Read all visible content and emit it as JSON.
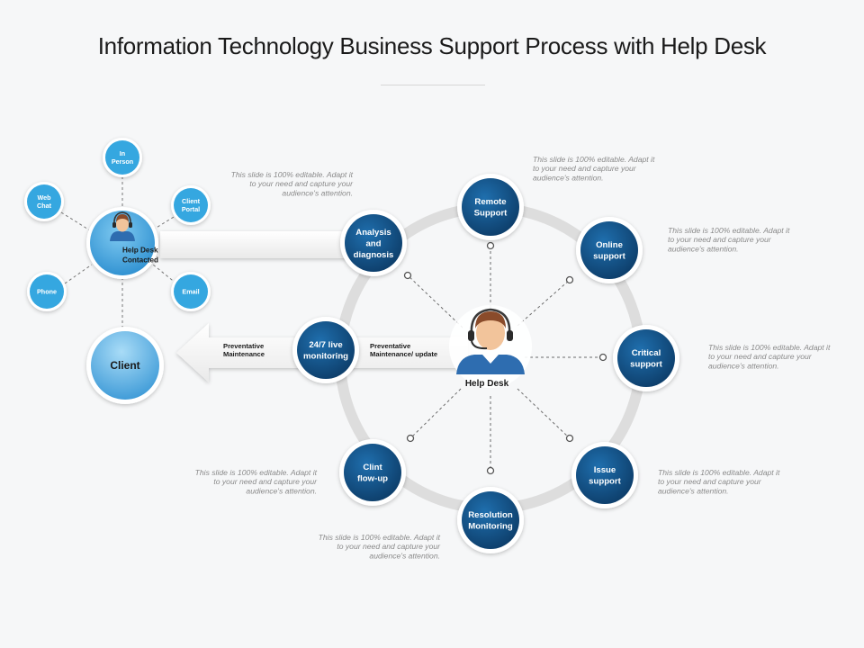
{
  "title": "Information Technology Business Support Process with Help Desk",
  "center": {
    "label": "Help Desk"
  },
  "ring_nodes": [
    {
      "id": "remote",
      "lines": [
        "Remote",
        "Support"
      ]
    },
    {
      "id": "online",
      "lines": [
        "Online",
        "support"
      ]
    },
    {
      "id": "critical",
      "lines": [
        "Critical",
        "support"
      ]
    },
    {
      "id": "issue",
      "lines": [
        "Issue",
        "support"
      ]
    },
    {
      "id": "resolution",
      "lines": [
        "Resolution",
        "Monitoring"
      ]
    },
    {
      "id": "clint",
      "lines": [
        "Clint",
        "flow-up"
      ]
    },
    {
      "id": "monitoring",
      "lines": [
        "24/7 live",
        "monitoring"
      ]
    },
    {
      "id": "analysis",
      "lines": [
        "Analysis",
        "and",
        "diagnosis"
      ]
    }
  ],
  "contact": {
    "hub": [
      "Help Desk",
      "Contacted"
    ],
    "channels": [
      {
        "id": "in-person",
        "lines": [
          "In",
          "Person"
        ]
      },
      {
        "id": "web-chat",
        "lines": [
          "Web",
          "Chat"
        ]
      },
      {
        "id": "client-portal",
        "lines": [
          "Client",
          "Portal"
        ]
      },
      {
        "id": "phone",
        "lines": [
          "Phone"
        ]
      },
      {
        "id": "email",
        "lines": [
          "Email"
        ]
      }
    ],
    "client": "Client"
  },
  "arrow_labels": {
    "left": [
      "Preventative",
      "Maintenance"
    ],
    "right": [
      "Preventative",
      "Maintenance/ update"
    ]
  },
  "notes": [
    {
      "id": "note-top-left",
      "lines": [
        "This slide is 100% editable. Adapt it",
        "to your need and capture your",
        "audience's attention."
      ]
    },
    {
      "id": "note-top-center",
      "lines": [
        "This slide is 100% editable. Adapt it",
        "to your need and capture your",
        "audience's attention."
      ]
    },
    {
      "id": "note-right-online",
      "lines": [
        "This slide is 100% editable. Adapt it",
        "to your need and capture your",
        "audience's attention."
      ]
    },
    {
      "id": "note-right-critical",
      "lines": [
        "This slide is 100% editable. Adapt it",
        "to your need and capture your",
        "audience's attention."
      ]
    },
    {
      "id": "note-right-issue",
      "lines": [
        "This slide is 100% editable. Adapt it",
        "to your need and capture your",
        "audience's attention."
      ]
    },
    {
      "id": "note-left-clint",
      "lines": [
        "This slide is 100% editable. Adapt it",
        "to your need and capture your",
        "audience's attention."
      ]
    },
    {
      "id": "note-bottom",
      "lines": [
        "This slide is 100% editable. Adapt it",
        "to your need and capture your",
        "audience's attention."
      ]
    }
  ],
  "colors": {
    "node_dark": "#11497a",
    "node_mid": "#1a6aa8",
    "channel_blue": "#35a7e0",
    "client_light": "#7cc7f0",
    "ring_gray": "#dedede",
    "note_gray": "#8a8a8a"
  }
}
